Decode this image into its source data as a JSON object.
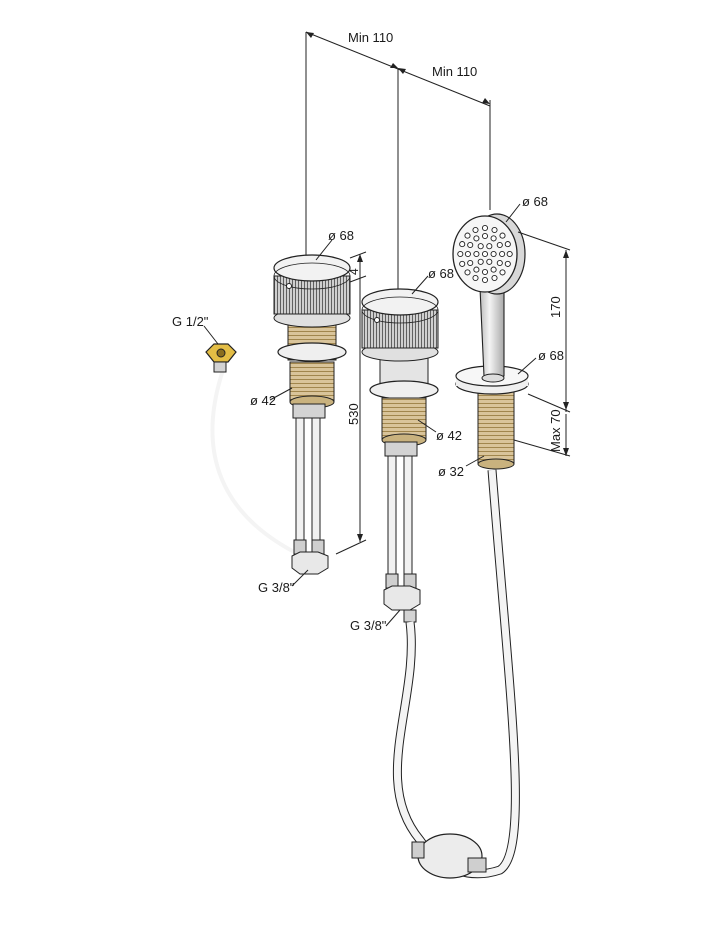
{
  "labels": {
    "min_110_a": "Min 110",
    "min_110_b": "Min 110",
    "d68_left": "ø 68",
    "d68_mid": "ø 68",
    "d68_shower_head": "ø 68",
    "d68_shower_base": "ø 68",
    "d42_left": "ø 42",
    "d42_mid": "ø 42",
    "d32": "ø 32",
    "dim_4": "4",
    "dim_530": "530",
    "dim_170": "170",
    "max_70": "Max 70",
    "g_half": "G 1/2\"",
    "g_38_left": "G 3/8\"",
    "g_38_mid": "G 3/8\""
  },
  "colors": {
    "line": "#222222",
    "brass": "#d9c49a",
    "brass_dark": "#b89c63",
    "steel_light": "#efefef",
    "steel_mid": "#d3d3d3",
    "steel_dark": "#9a9a9a",
    "hose": "#f4f4f4",
    "nut_brass": "#e3bd45"
  }
}
